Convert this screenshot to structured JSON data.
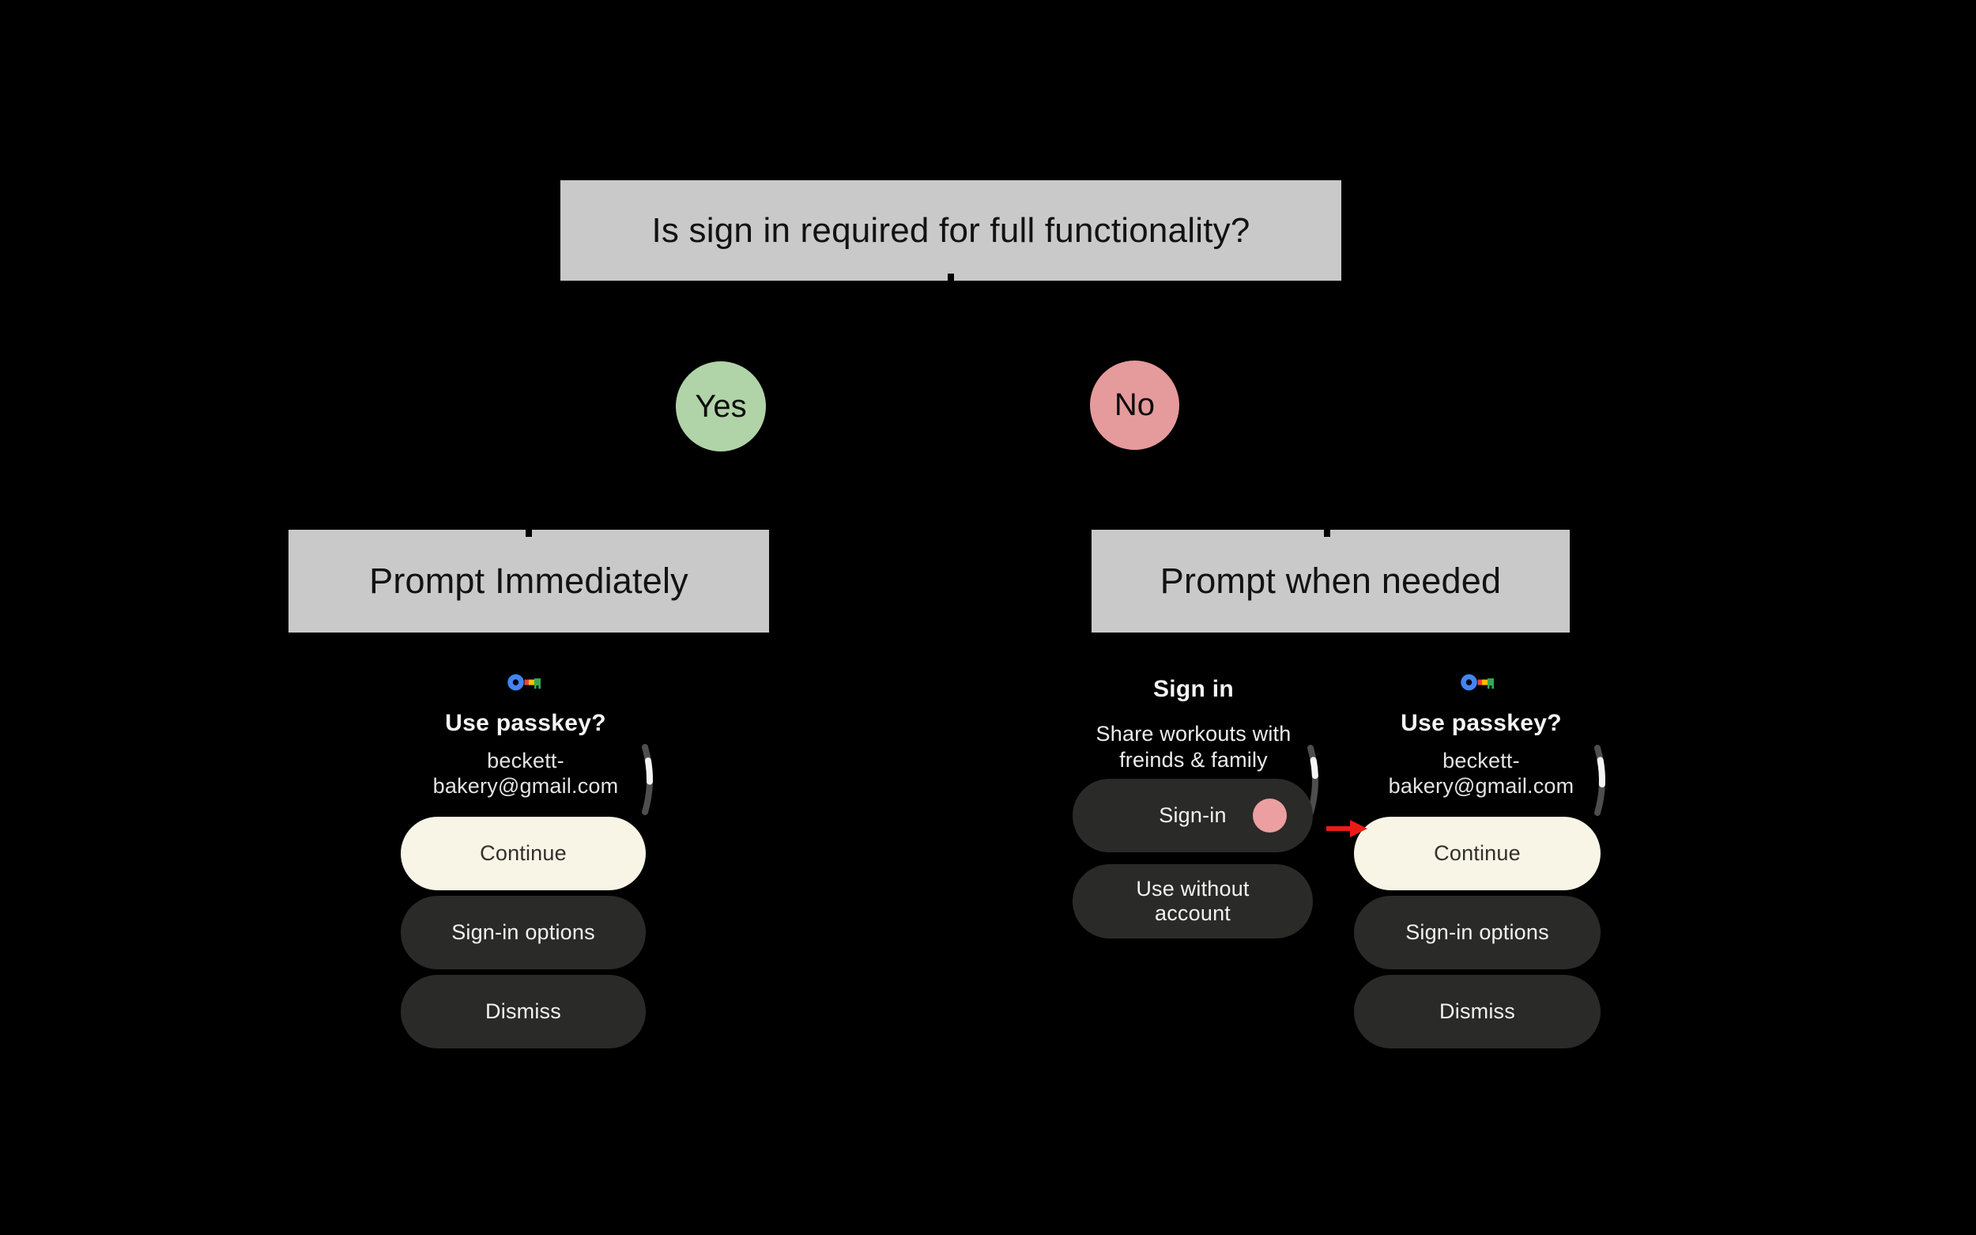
{
  "colors": {
    "background": "#000000",
    "box_gray": "#c9c9c9",
    "yes_green": "#b1d3a8",
    "no_pink": "#e59a9c",
    "tap_indicator_pink": "#ec9fa1",
    "cream_button": "#f8f4e6",
    "dark_button": "#2a2a28",
    "arrow_red": "#ee1b15",
    "passkey_blue": "#4285f4",
    "passkey_red": "#ea4335",
    "passkey_yellow": "#fbbc04",
    "passkey_green": "#34a853"
  },
  "flowchart": {
    "question": "Is sign in required for full functionality?",
    "yes": "Yes",
    "no": "No",
    "branch_yes_title": "Prompt Immediately",
    "branch_no_title": "Prompt when needed"
  },
  "passkey_screen": {
    "icon": "passkey-icon",
    "title": "Use passkey?",
    "account_line1": "beckett-",
    "account_line2": "bakery@gmail.com",
    "continue_button": "Continue",
    "signin_options_button": "Sign-in options",
    "dismiss_button": "Dismiss"
  },
  "signin_screen": {
    "title": "Sign in",
    "subtitle_line1": "Share workouts with",
    "subtitle_line2": "freinds & family",
    "signin_button": "Sign-in",
    "use_without_account_line1": "Use without",
    "use_without_account_line2": "account"
  }
}
